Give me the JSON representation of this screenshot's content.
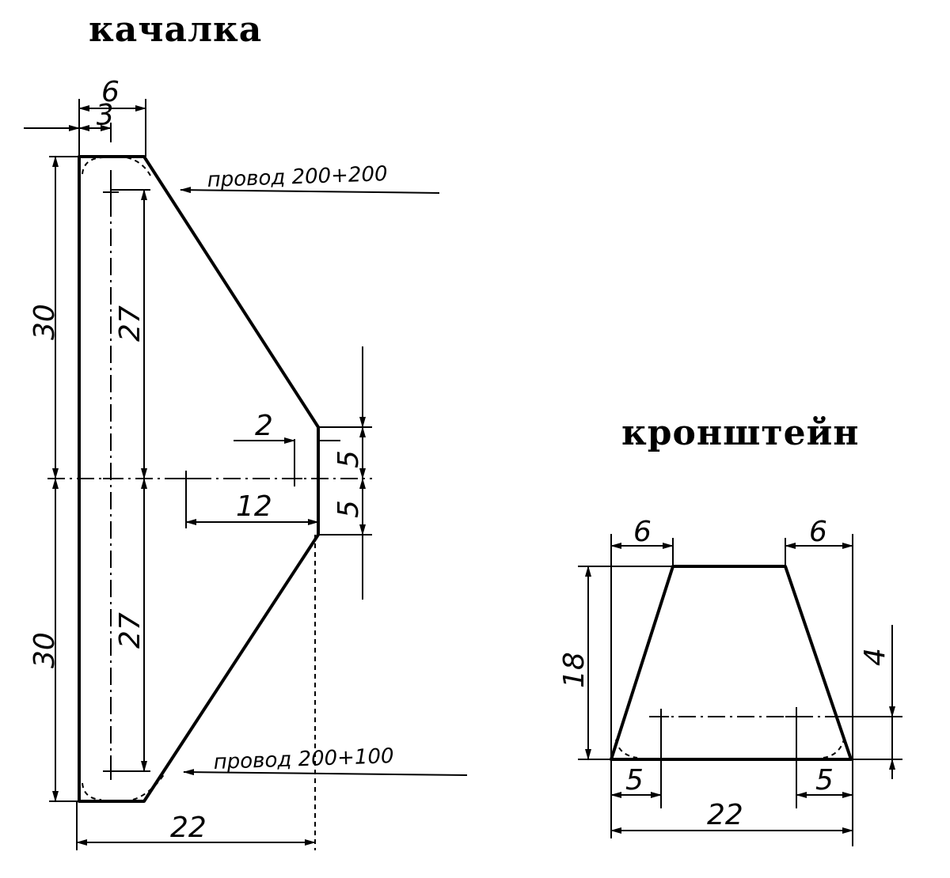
{
  "rocker": {
    "title": "качалка",
    "dims": {
      "d3": "3",
      "d6": "6",
      "d30_top": "30",
      "d27_top": "27",
      "d2": "2",
      "d5_top": "5",
      "d12": "12",
      "d5_bottom": "5",
      "d30_bottom": "30",
      "d27_bottom": "27",
      "d22": "22"
    },
    "notes": {
      "wire_top": "провод 200+200",
      "wire_bottom": "провод 200+100"
    }
  },
  "bracket": {
    "title": "кронштейн",
    "dims": {
      "d6_left": "6",
      "d6_right": "6",
      "d18": "18",
      "d4": "4",
      "d5_left": "5",
      "d5_right": "5",
      "d22": "22"
    }
  }
}
